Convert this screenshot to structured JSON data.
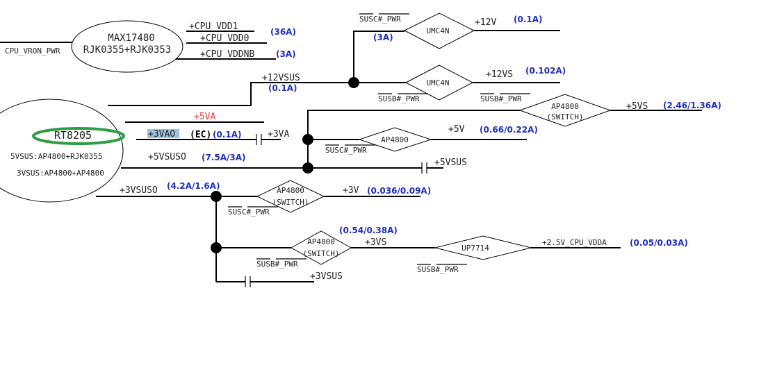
{
  "colors": {
    "current": "#1f2fbf",
    "warn": "#e53935",
    "highlight": "#9ec3df",
    "mark": "#2e9e44"
  },
  "chips": {
    "max17480": {
      "line1": "MAX17480",
      "line2": "RJK0355+RJK0353"
    },
    "rt8205": {
      "name": "RT8205",
      "line1": "5VSUS:AP4800+RJK0355",
      "line2": "3VSUS:AP4800+AP4800"
    },
    "umc4n_top": "UMC4N",
    "umc4n_bot": "UMC4N",
    "ap4800_5vs": {
      "line1": "AP4800",
      "line2": "(SWITCH)"
    },
    "ap4800_5v": "AP4800",
    "ap4800_3v": {
      "line1": "AP4800",
      "line2": "(SWITCH)"
    },
    "ap4800_3vs": {
      "line1": "AP4800",
      "line2": "(SWITCH)"
    },
    "up7714": "UP7714"
  },
  "nets": {
    "cpu_vron_pwr": "CPU_VRON_PWR",
    "cpu_vdd1": "+CPU_VDD1",
    "cpu_vdd0": "+CPU_VDD0",
    "cpu_vddnb": "+CPU_VDDNB",
    "p12vsus": "+12VSUS",
    "p12v": "+12V",
    "p12vs": "+12VS",
    "p5va": "+5VA",
    "p3vao": "+3VAO",
    "ec": "(EC)",
    "p3va": "+3VA",
    "p5vsuso": "+5VSUSO",
    "p5vsus": "+5VSUS",
    "p5vs": "+5VS",
    "p5v": "+5V",
    "p3vsuso": "+3VSUSO",
    "p3v": "+3V",
    "p3vs": "+3VS",
    "p25v_cpu_vdda": "+2.5V_CPU_VDDA",
    "p3vsus": "+3VSUS"
  },
  "enables": {
    "susc_top": "SUSC#_PWR",
    "susb_umc": "SUSB#_PWR",
    "susb_5vs": "SUSB#_PWR",
    "susc_5v": "SUSC#_PWR",
    "susc_3v": "SUSC#_PWR",
    "susb_3vs": "SUSB#_PWR",
    "susb_up7714": "SUSB#_PWR"
  },
  "currents": {
    "cpu_vdd0": "(36A)",
    "cpu_vddnb": "(3A)",
    "p12vsus": "(0.1A)",
    "umc_in": "(3A)",
    "p12v": "(0.1A)",
    "p12vs": "(0.102A)",
    "p3vao": "(0.1A)",
    "p5vsuso": "(7.5A/3A)",
    "p5vs": "(2.46/1.36A)",
    "p5v": "(0.66/0.22A)",
    "p3vsuso": "(4.2A/1.6A)",
    "p3v": "(0.036/0.09A)",
    "p3vs": "(0.54/0.38A)",
    "p25v": "(0.05/0.03A)"
  }
}
